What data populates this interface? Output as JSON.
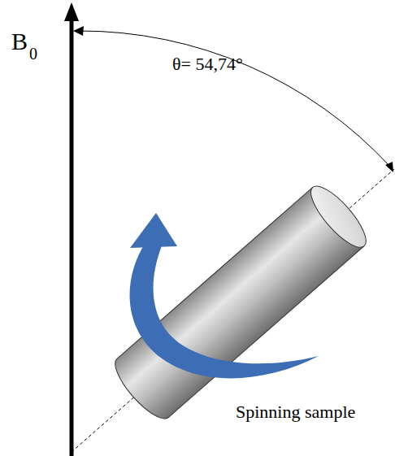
{
  "diagram": {
    "labels": [
      "B",
      "0",
      "θ= 54,74°",
      "Spinning sample"
    ]
  }
}
